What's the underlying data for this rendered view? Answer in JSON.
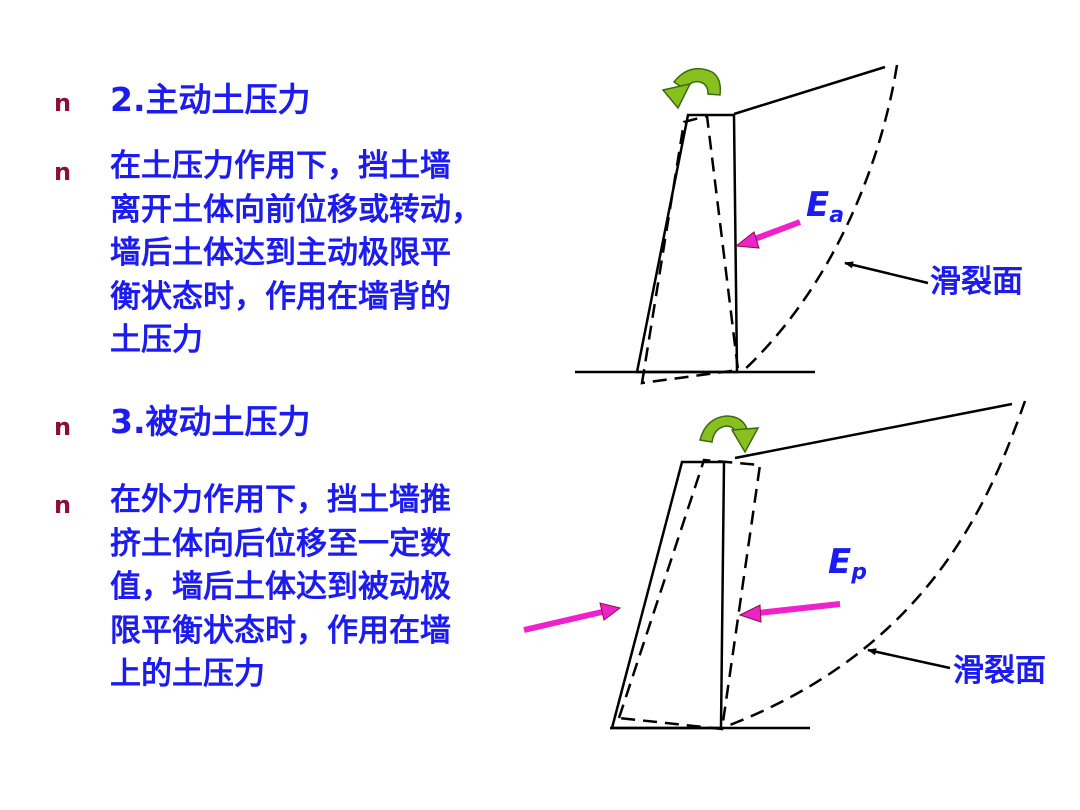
{
  "bullet_glyph": "n",
  "active": {
    "heading": "2.主动土压力",
    "lines": [
      "在土压力作用下，挡土墙",
      "离开土体向前位移或转动，",
      "墙后土体达到主动极限平",
      "衡状态时，作用在墙背的",
      "土压力"
    ],
    "force_main": "E",
    "force_sub": "a",
    "slip_label": "滑裂面"
  },
  "passive": {
    "heading": "3.被动土压力",
    "lines": [
      "在外力作用下，挡土墙推",
      "挤土体向后位移至一定数",
      "值，墙后土体达到被动极",
      "限平衡状态时，作用在墙",
      "上的土压力"
    ],
    "force_main": "E",
    "force_sub": "p",
    "slip_label": "滑裂面"
  },
  "colors": {
    "text": "#1c1cf0",
    "bullet": "#8b1038",
    "force_arrow": "#ee22cc",
    "rotation_arrow": "#88c020"
  }
}
